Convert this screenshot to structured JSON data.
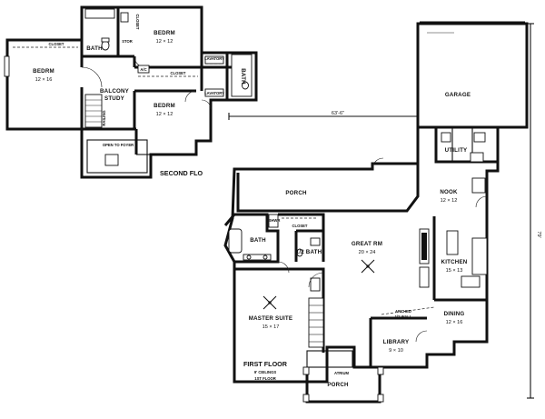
{
  "colors": {
    "ink": "#111111",
    "paper": "#ffffff"
  },
  "second_floor": {
    "bedroom_left": {
      "name": "BEDRM",
      "size": "12 × 16"
    },
    "closet_left": "CLOSET",
    "bath": "BATH",
    "stor": "STOR",
    "closet_top": "CLOSET",
    "bedroom_top": {
      "name": "BEDRM",
      "size": "12 × 12"
    },
    "av": "A/C",
    "closet_mid": "CLOSET",
    "lavatory_top": "LAVATORY",
    "lavatory_bottom": "LAVATORY",
    "bath_right": "BATH",
    "balcony": {
      "line1": "BALCONY",
      "line2": "STUDY"
    },
    "railing": "RAILING",
    "bedroom_right": {
      "name": "BEDRM",
      "size": "12 × 12"
    },
    "open_to_foyer": "OPEN TO FOYER",
    "label": "SECOND FLO"
  },
  "first_floor": {
    "garage": "GARAGE",
    "width_dim": "63'-6\"",
    "depth_dim": "79'",
    "utility": "UTILITY",
    "porch_top": "PORCH",
    "nook": {
      "name": "NOOK",
      "size": "12 × 12"
    },
    "closet": "CLOSET",
    "shower": "SHWR",
    "bath": "BATH",
    "half_bath": "1/2 BATH",
    "great_room": {
      "name": "GREAT RM",
      "size": "20 × 24"
    },
    "kitchen": {
      "name": "KITCHEN",
      "size": "15 × 13"
    },
    "master_suite": {
      "name": "MASTER SUITE",
      "size": "15 × 17"
    },
    "arched_wall": {
      "line1": "ARCHED",
      "line2": "1/2 WALL"
    },
    "dining": {
      "name": "DINING",
      "size": "12 × 16"
    },
    "library": {
      "name": "LIBRARY",
      "size": "9 × 10"
    },
    "atrium": "ATRIUM",
    "porch_bottom": "PORCH",
    "label": "FIRST FLOOR",
    "ceilings": "9' CEILINGS",
    "first_floor_note": "1ST FLOOR"
  }
}
